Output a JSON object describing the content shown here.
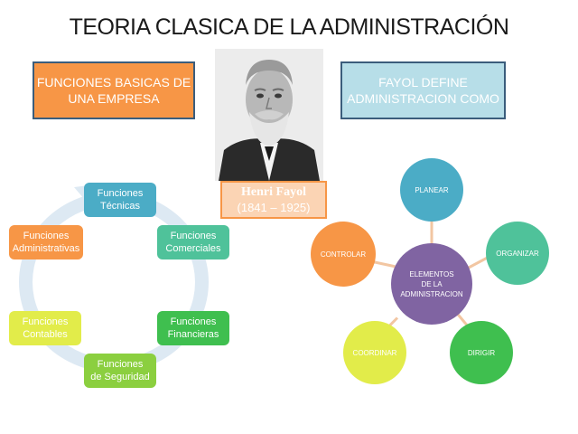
{
  "title": "TEORIA CLASICA DE LA ADMINISTRACIÓN",
  "left_header": {
    "line1": "FUNCIONES BASICAS DE",
    "line2": "UNA EMPRESA"
  },
  "right_header": {
    "line1": "FAYOL DEFINE",
    "line2": "ADMINISTRACION COMO"
  },
  "portrait": {
    "name": "Henri Fayol",
    "years": "(1841 – 1925)"
  },
  "functions": [
    {
      "line1": "Funciones",
      "line2": "Técnicas",
      "color": "#4bacc6"
    },
    {
      "line1": "Funciones",
      "line2": "Comerciales",
      "color": "#4fc29a"
    },
    {
      "line1": "Funciones",
      "line2": "Financieras",
      "color": "#3fbf4f"
    },
    {
      "line1": "Funciones",
      "line2": "de Seguridad",
      "color": "#8bcf3f"
    },
    {
      "line1": "Funciones",
      "line2": "Contables",
      "color": "#e2ec4a"
    },
    {
      "line1": "Funciones",
      "line2": "Administrativas",
      "color": "#f79646"
    }
  ],
  "center": {
    "line1": "ELEMENTOS",
    "line2": "DE LA",
    "line3": "ADMINISTRACION",
    "color": "#8064a2"
  },
  "elements": [
    {
      "label": "PLANEAR",
      "color": "#4bacc6"
    },
    {
      "label": "ORGANIZAR",
      "color": "#4fc29a"
    },
    {
      "label": "DIRIGIR",
      "color": "#3fbf4f"
    },
    {
      "label": "COORDINAR",
      "color": "#e2ec4a"
    },
    {
      "label": "CONTROLAR",
      "color": "#f79646"
    }
  ]
}
